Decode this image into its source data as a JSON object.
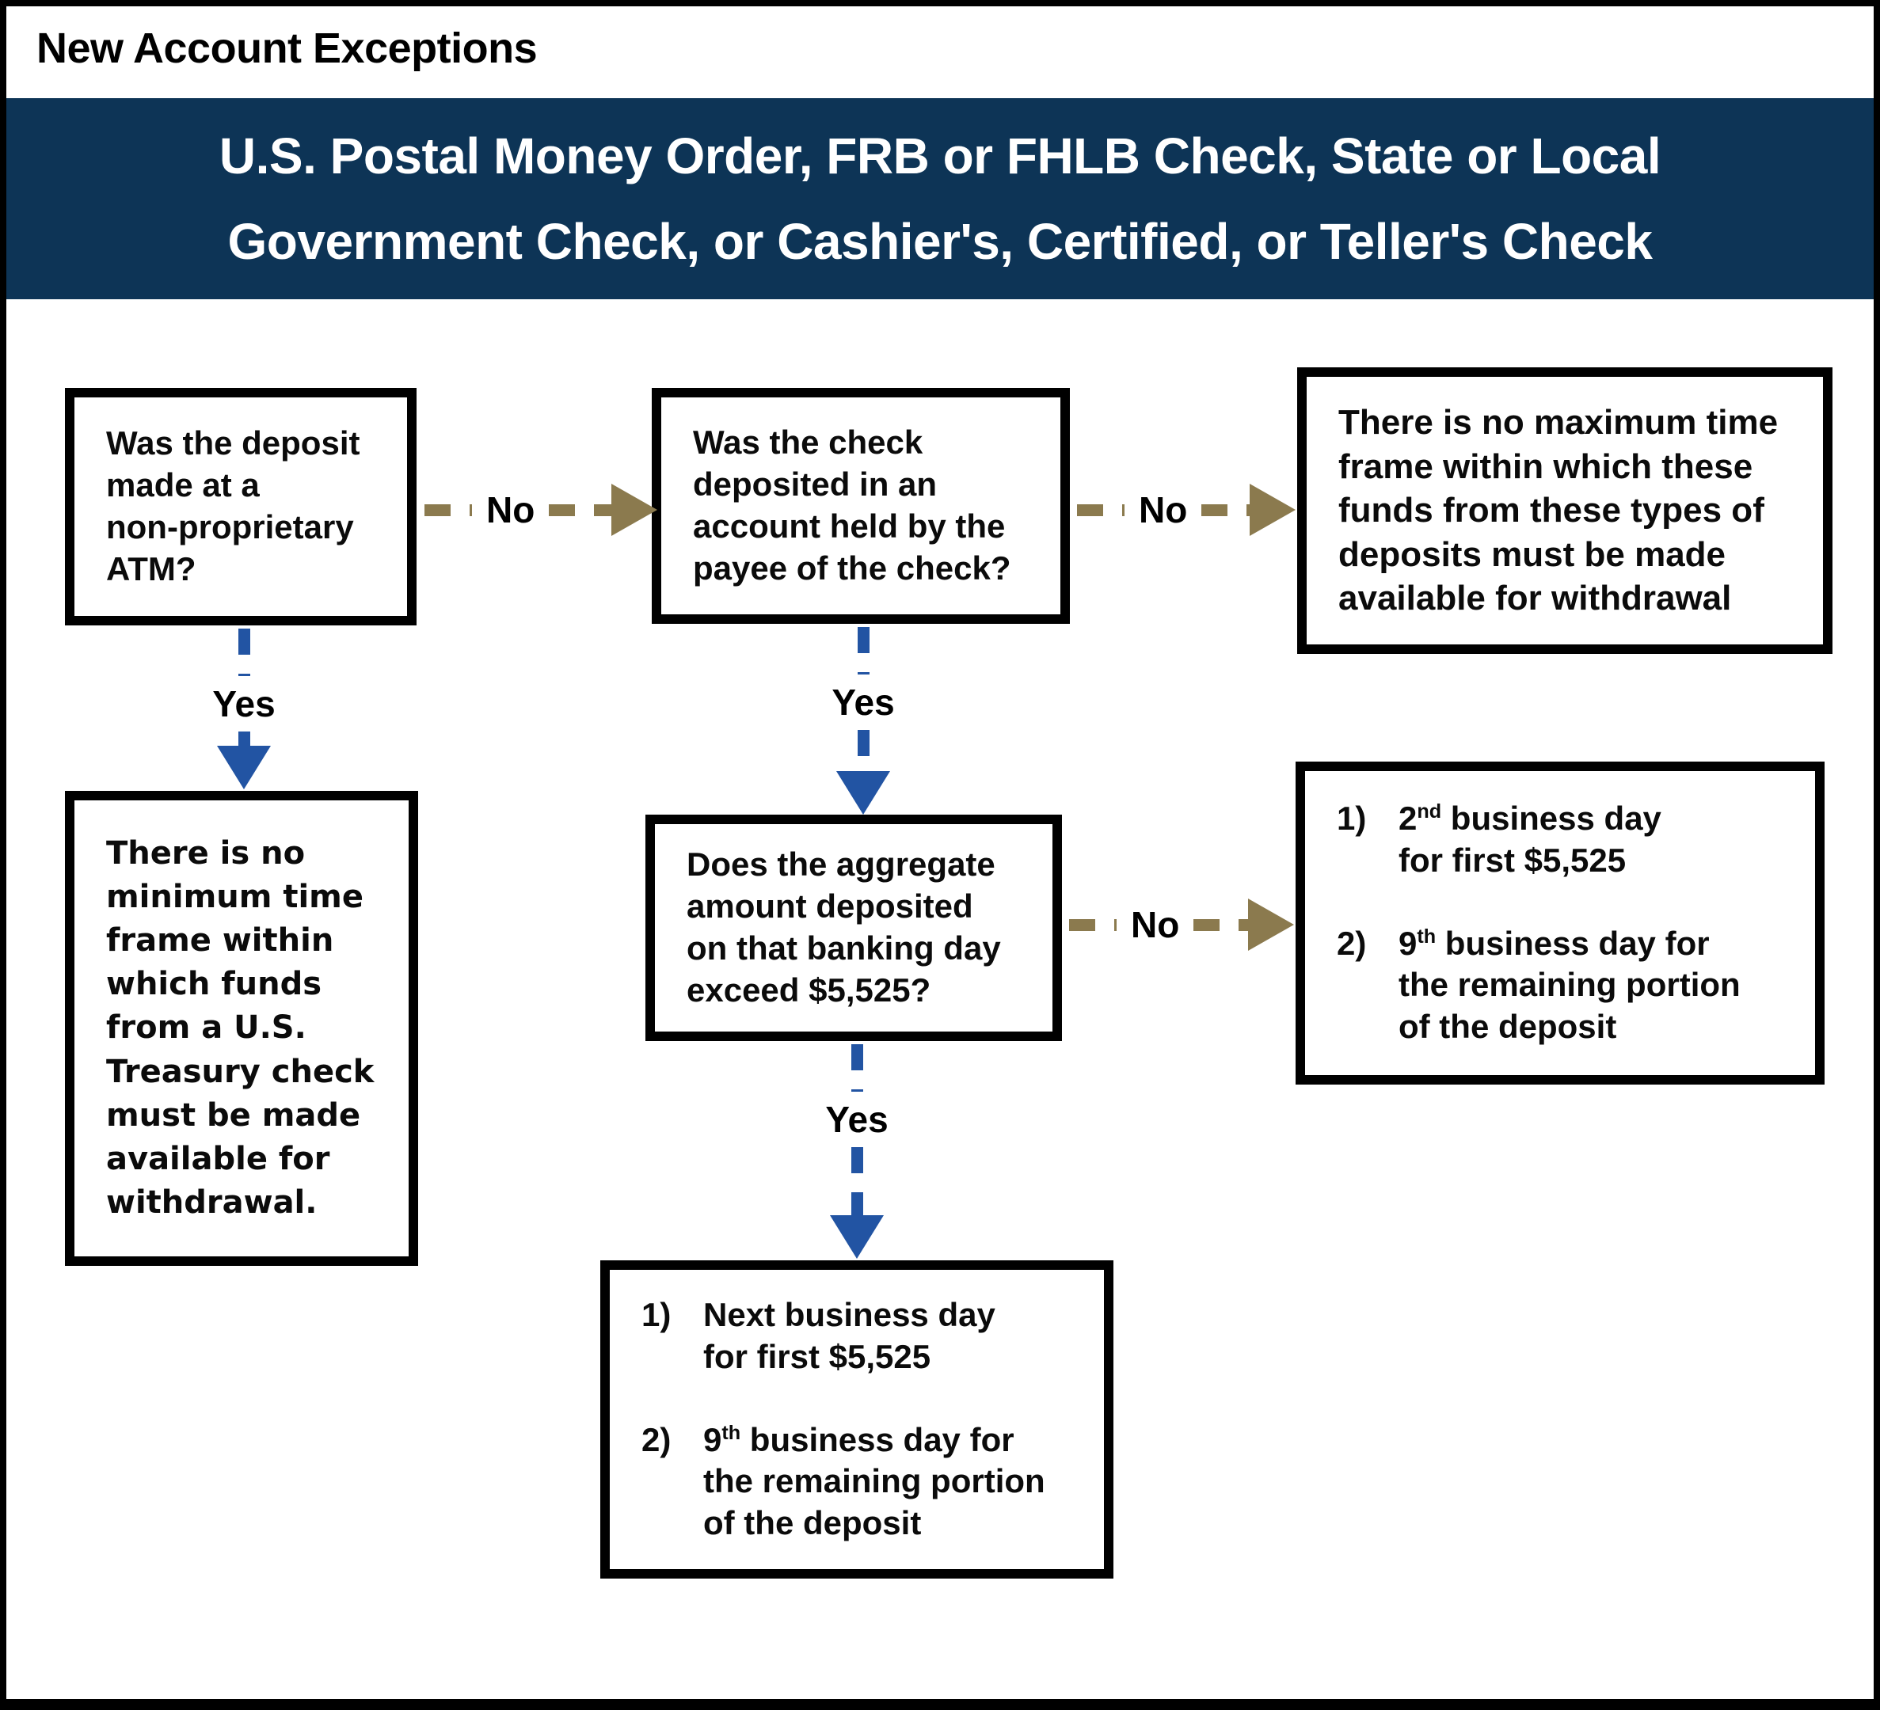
{
  "page": {
    "title": "New Account Exceptions"
  },
  "banner": {
    "line1": "U.S. Postal Money Order, FRB or FHLB Check, State or Local",
    "line2": "Government Check, or Cashier's, Certified, or Teller's Check"
  },
  "labels": {
    "yes": "Yes",
    "no": "No"
  },
  "colors": {
    "navy": "#0d3456",
    "olive": "#8b7a4e",
    "blue": "#2254a3"
  },
  "nodes": {
    "atm_question": {
      "text": "Was the deposit\nmade at a\nnon-proprietary\nATM?"
    },
    "payee_question": {
      "text": "Was the check\ndeposited in an\naccount held by the\npayee of the check?"
    },
    "no_max_outcome": {
      "text": "There is no maximum time\nframe within which these\nfunds from these types of\ndeposits must be made\navailable for withdrawal"
    },
    "no_min_outcome": {
      "text": "There is no\nminimum time\nframe within\nwhich funds\nfrom a U.S.\nTreasury check\nmust be made\navailable for\nwithdrawal."
    },
    "aggregate_question": {
      "text": "Does the aggregate\namount deposited\non that banking day\nexceed $5,525?"
    },
    "exceed_no_outcome": {
      "items": [
        {
          "num": "1)",
          "pre": "2",
          "sup": "nd",
          "rest": " business day\nfor first $5,525"
        },
        {
          "num": "2)",
          "pre": "9",
          "sup": "th",
          "rest": " business day for\nthe remaining portion\nof the deposit"
        }
      ]
    },
    "exceed_yes_outcome": {
      "items": [
        {
          "num": "1)",
          "pre": "Next",
          "sup": "",
          "rest": " business day\nfor first $5,525"
        },
        {
          "num": "2)",
          "pre": "9",
          "sup": "th",
          "rest": " business day for\nthe remaining portion\nof the deposit"
        }
      ]
    }
  }
}
